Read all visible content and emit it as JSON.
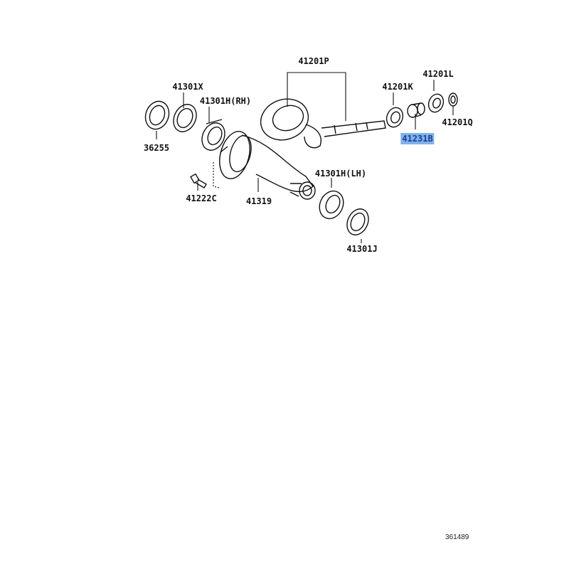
{
  "diagram": {
    "parts": [
      {
        "id": "p41201P",
        "label": "41201P"
      },
      {
        "id": "p41301X",
        "label": "41301X"
      },
      {
        "id": "p41301HRH",
        "label": "41301H(RH)"
      },
      {
        "id": "p36255",
        "label": "36255"
      },
      {
        "id": "p41222C",
        "label": "41222C"
      },
      {
        "id": "p41319",
        "label": "41319"
      },
      {
        "id": "p41301HLH",
        "label": "41301H(LH)"
      },
      {
        "id": "p41301J",
        "label": "41301J"
      },
      {
        "id": "p41201K",
        "label": "41201K"
      },
      {
        "id": "p41201L",
        "label": "41201L"
      },
      {
        "id": "p41201Q",
        "label": "41201Q"
      },
      {
        "id": "p41231B",
        "label": "41231B",
        "highlighted": true
      }
    ],
    "reference_number": "361489",
    "highlight_color": "#7fb2ec"
  }
}
